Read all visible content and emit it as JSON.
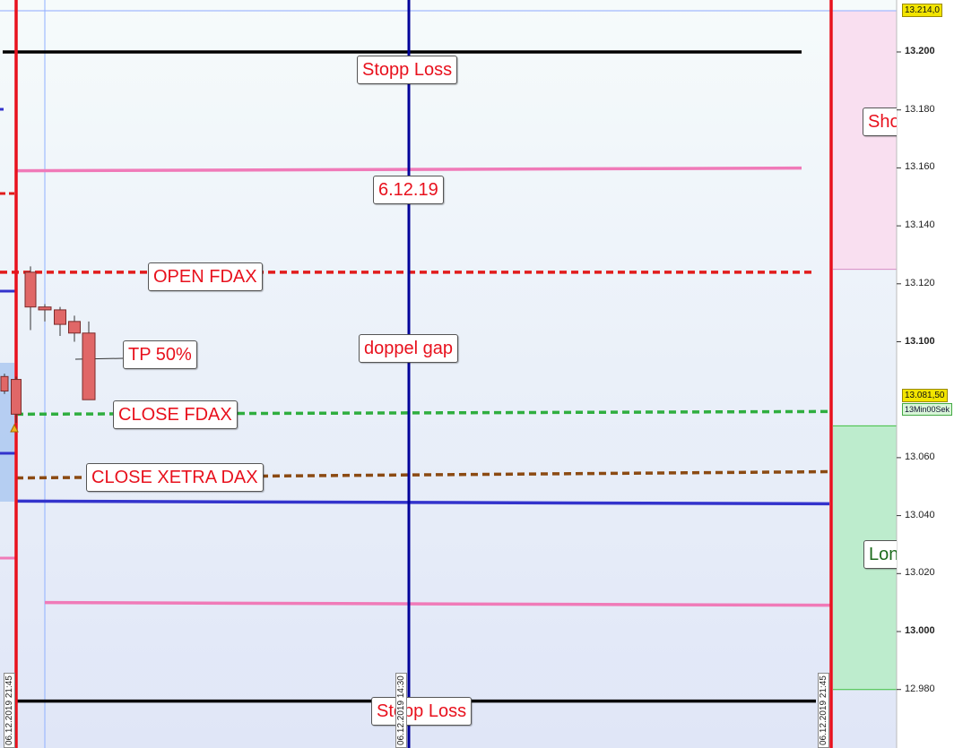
{
  "chart_data": {
    "type": "candlestick",
    "y_axis": {
      "ticks": [
        {
          "value": 13200,
          "label": "13.200",
          "bold": true
        },
        {
          "value": 13180,
          "label": "13.180",
          "bold": false
        },
        {
          "value": 13160,
          "label": "13.160",
          "bold": false
        },
        {
          "value": 13140,
          "label": "13.140",
          "bold": false
        },
        {
          "value": 13120,
          "label": "13.120",
          "bold": false
        },
        {
          "value": 13100,
          "label": "13.100",
          "bold": true
        },
        {
          "value": 13060,
          "label": "13.060",
          "bold": false
        },
        {
          "value": 13040,
          "label": "13.040",
          "bold": false
        },
        {
          "value": 13020,
          "label": "13.020",
          "bold": false
        },
        {
          "value": 13000,
          "label": "13.000",
          "bold": true
        },
        {
          "value": 12980,
          "label": "12.980",
          "bold": false
        }
      ],
      "top_price_label": "13.214,0",
      "top_price_value": 13214,
      "current_price_label": "13.081,50",
      "current_price_value": 13081.5,
      "timeframe_tag": "13Min00Sek"
    },
    "candles": [
      {
        "open": 13083,
        "close": 13088,
        "high": 13089,
        "low": 13082
      },
      {
        "open": 13087,
        "close": 13075,
        "high": 13088,
        "low": 13072
      },
      {
        "open": 13124,
        "close": 13112,
        "high": 13126,
        "low": 13104
      },
      {
        "open": 13112,
        "close": 13111,
        "high": 13113,
        "low": 13107
      },
      {
        "open": 13111,
        "close": 13106,
        "high": 13112,
        "low": 13102
      },
      {
        "open": 13107,
        "close": 13103,
        "high": 13109,
        "low": 13100
      },
      {
        "open": 13103,
        "close": 13080,
        "high": 13107,
        "low": 13080
      }
    ],
    "levels": [
      {
        "name": "stopp-loss-top-line",
        "value": 13200,
        "style": "solid",
        "color": "#000000"
      },
      {
        "name": "pink-upper-line",
        "value": 13159,
        "style": "solid",
        "color": "#f07ab8"
      },
      {
        "name": "open-fdax-line",
        "value": 13124,
        "style": "dotted",
        "color": "#e11b1b"
      },
      {
        "name": "close-fdax-line",
        "value": 13075,
        "style": "dotted",
        "color": "#2fae3f"
      },
      {
        "name": "close-xetra-dax-line",
        "value": 13053,
        "style": "dotted",
        "color": "#8b4a12"
      },
      {
        "name": "blue-support-line",
        "value": 13045,
        "style": "solid",
        "color": "#3333cc"
      },
      {
        "name": "pink-lower-line",
        "value": 13010,
        "style": "solid",
        "color": "#f07ab8"
      },
      {
        "name": "stopp-loss-bottom-line",
        "value": 12976,
        "style": "solid",
        "color": "#000000"
      }
    ],
    "zones": [
      {
        "name": "short-zone",
        "from": 13125,
        "to": 13214,
        "color": "#f9dff0"
      },
      {
        "name": "long-zone",
        "from": 12980,
        "to": 13071,
        "color": "#bdeccd"
      }
    ],
    "vertical_dates": [
      {
        "label": "06.12.2019 21:45"
      },
      {
        "label": "06.12.2019 14:30"
      },
      {
        "label": "06.12.2019 21:45"
      }
    ],
    "annotations": [
      {
        "text": "Stopp Loss",
        "color": "red"
      },
      {
        "text": "6.12.19",
        "color": "red"
      },
      {
        "text": "OPEN FDAX",
        "color": "red"
      },
      {
        "text": "doppel gap",
        "color": "red"
      },
      {
        "text": "TP 50%",
        "color": "red"
      },
      {
        "text": "CLOSE FDAX",
        "color": "red"
      },
      {
        "text": "CLOSE XETRA DAX",
        "color": "red"
      },
      {
        "text": "Stopp Loss",
        "color": "red"
      },
      {
        "text": "Sho",
        "color": "red"
      },
      {
        "text": "Lon",
        "color": "green"
      }
    ],
    "colors": {
      "candle_body": "#e06767",
      "session_line": "#e8111d",
      "center_line": "#00009a",
      "accent_blue": "#8fb0ff"
    }
  }
}
